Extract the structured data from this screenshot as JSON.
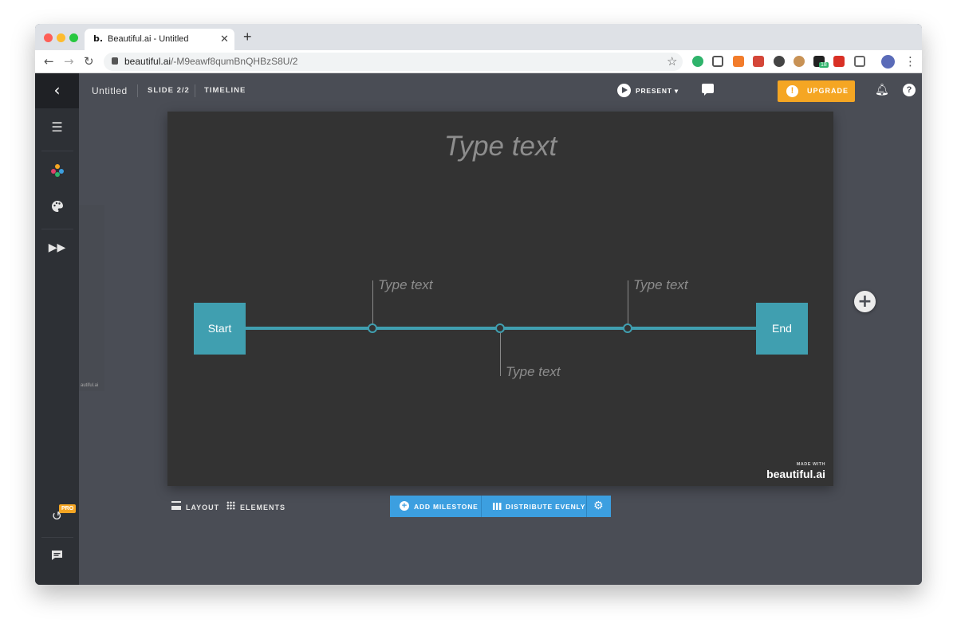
{
  "browser": {
    "tab_title": "Beautiful.ai - Untitled",
    "tab_favicon": "b.",
    "url_host": "beautiful.ai",
    "url_path": "/-M9eawf8qumBnQHBzS8U/2",
    "extensions_badge": "18"
  },
  "topbar": {
    "doc_title": "Untitled",
    "slide_indicator": "SLIDE 2/2",
    "layout_name": "TIMELINE",
    "present_label": "PRESENT",
    "upgrade_label": "UPGRADE"
  },
  "sidebar": {
    "pro_badge": "PRO"
  },
  "slide": {
    "title": "Type text",
    "start_label": "Start",
    "end_label": "End",
    "milestones": [
      {
        "label": "Type text",
        "position": "above"
      },
      {
        "label": "Type text",
        "position": "below"
      },
      {
        "label": "Type text",
        "position": "above"
      }
    ],
    "made_with": "MADE WITH",
    "brand": "beautiful.ai",
    "accent_color": "#409fb0"
  },
  "bottom": {
    "layout_label": "LAYOUT",
    "elements_label": "ELEMENTS",
    "add_milestone_label": "ADD MILESTONE",
    "distribute_label": "DISTRIBUTE EVENLY"
  },
  "colors": {
    "app_bg": "#4a4d55",
    "sidebar_bg": "#2d3035",
    "slide_bg": "#333333",
    "upgrade": "#f5a623",
    "action_blue": "#3c9fe0"
  }
}
